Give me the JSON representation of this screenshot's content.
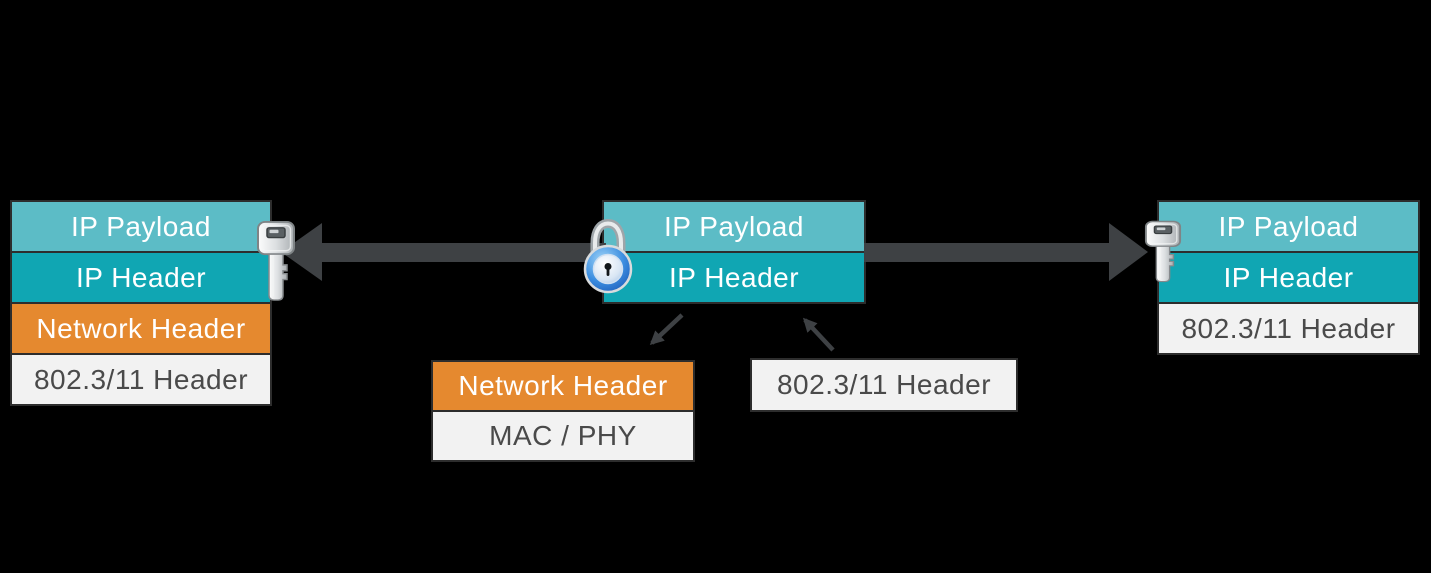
{
  "stacks": {
    "left": {
      "rows": [
        {
          "label": "IP Payload",
          "type": "payload"
        },
        {
          "label": "IP Header",
          "type": "header"
        },
        {
          "label": "Network Header",
          "type": "network"
        },
        {
          "label": "802.3/11 Header",
          "type": "plain"
        }
      ]
    },
    "center": {
      "rows": [
        {
          "label": "IP Payload",
          "type": "payload"
        },
        {
          "label": "IP Header",
          "type": "header"
        }
      ]
    },
    "right": {
      "rows": [
        {
          "label": "IP Payload",
          "type": "payload"
        },
        {
          "label": "IP Header",
          "type": "header"
        },
        {
          "label": "802.3/11 Header",
          "type": "plain"
        }
      ]
    },
    "lower_left": {
      "rows": [
        {
          "label": "Network Header",
          "type": "network"
        },
        {
          "label": "MAC / PHY",
          "type": "plain"
        }
      ]
    },
    "lower_right": {
      "rows": [
        {
          "label": "802.3/11 Header",
          "type": "plain"
        }
      ]
    }
  },
  "icons": {
    "lock": "padlock",
    "key_left": "key",
    "key_right": "key"
  },
  "colors": {
    "background": "#000000",
    "payload_teal": "#5cbcc6",
    "header_teal": "#10a6b3",
    "network_orange": "#e5892f",
    "plain_gray": "#f2f2f2",
    "border": "#2d2d2d",
    "arrow": "#3e4144",
    "dark_text": "#4a4a4a"
  }
}
